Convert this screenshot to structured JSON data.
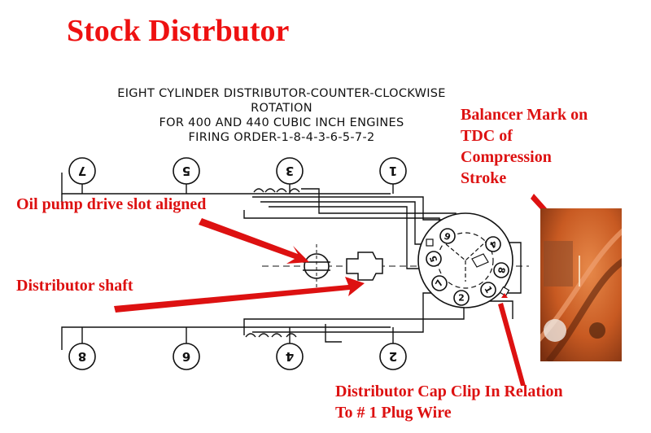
{
  "title": "Stock Distrbutor",
  "diagram_header": {
    "line1": "EIGHT CYLINDER DISTRIBUTOR-COUNTER-CLOCKWISE",
    "line2": "ROTATION",
    "line3": "FOR 400 AND 440 CUBIC INCH ENGINES",
    "line4": "FIRING ORDER-1-8-4-3-6-5-7-2"
  },
  "annotations": {
    "balancer": [
      "Balancer Mark on",
      "TDC of",
      "Compression",
      "Stroke"
    ],
    "oil_pump": "Oil pump drive slot aligned",
    "shaft": "Distributor shaft",
    "clip": [
      "Distributor Cap Clip In Relation",
      "To # 1 Plug Wire"
    ]
  },
  "cylinders": {
    "top_row": [
      "7",
      "5",
      "3",
      "1"
    ],
    "bottom_row": [
      "8",
      "6",
      "4",
      "2"
    ]
  },
  "cap_terminals": [
    "6",
    "4",
    "5",
    "8",
    "7",
    "1",
    "2"
  ],
  "colors": {
    "title": "#ee1111",
    "annotation": "#dd1111",
    "line": "#111111",
    "photo": "#d2652a"
  }
}
